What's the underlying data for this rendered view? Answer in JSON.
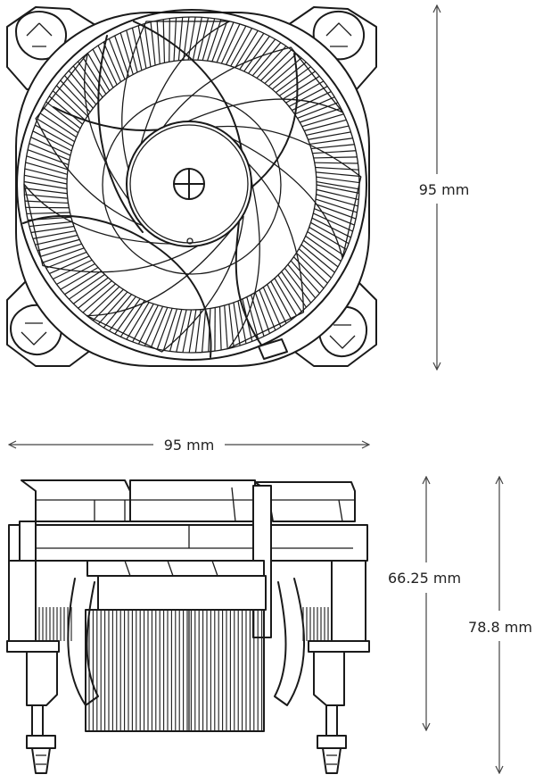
{
  "top_view": {
    "height_label": "95 mm"
  },
  "side_view": {
    "width_label": "95 mm",
    "fin_height_label": "66.25 mm",
    "total_height_label": "78.8 mm"
  }
}
